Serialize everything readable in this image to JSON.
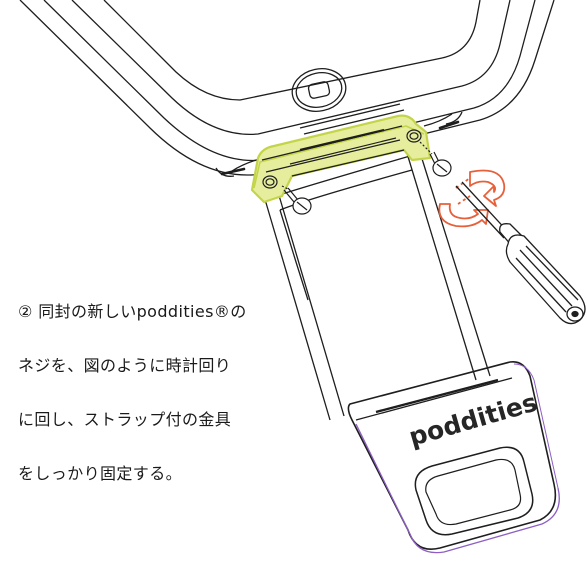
{
  "instruction": {
    "lines": [
      "② 同封の新しいpoddities®の",
      "ネジを、図のように時計回り",
      "に回し、ストラップ付の金具",
      "をしっかり固定する。"
    ]
  },
  "product": {
    "brand_mark": "poddities"
  },
  "colors": {
    "highlight": "#c4d44a",
    "rotation_arrow": "#e8603a",
    "line_art": "#1e1e1e",
    "accent_purple": "#8d5fc4"
  },
  "icons": {
    "device": "phone-outline-icon",
    "home_button": "home-button-icon",
    "bracket": "clamp-bracket-icon",
    "screws": "screw-icon",
    "tool": "screwdriver-icon",
    "rotation": "clockwise-arrow-icon",
    "strap": "strap-icon"
  }
}
